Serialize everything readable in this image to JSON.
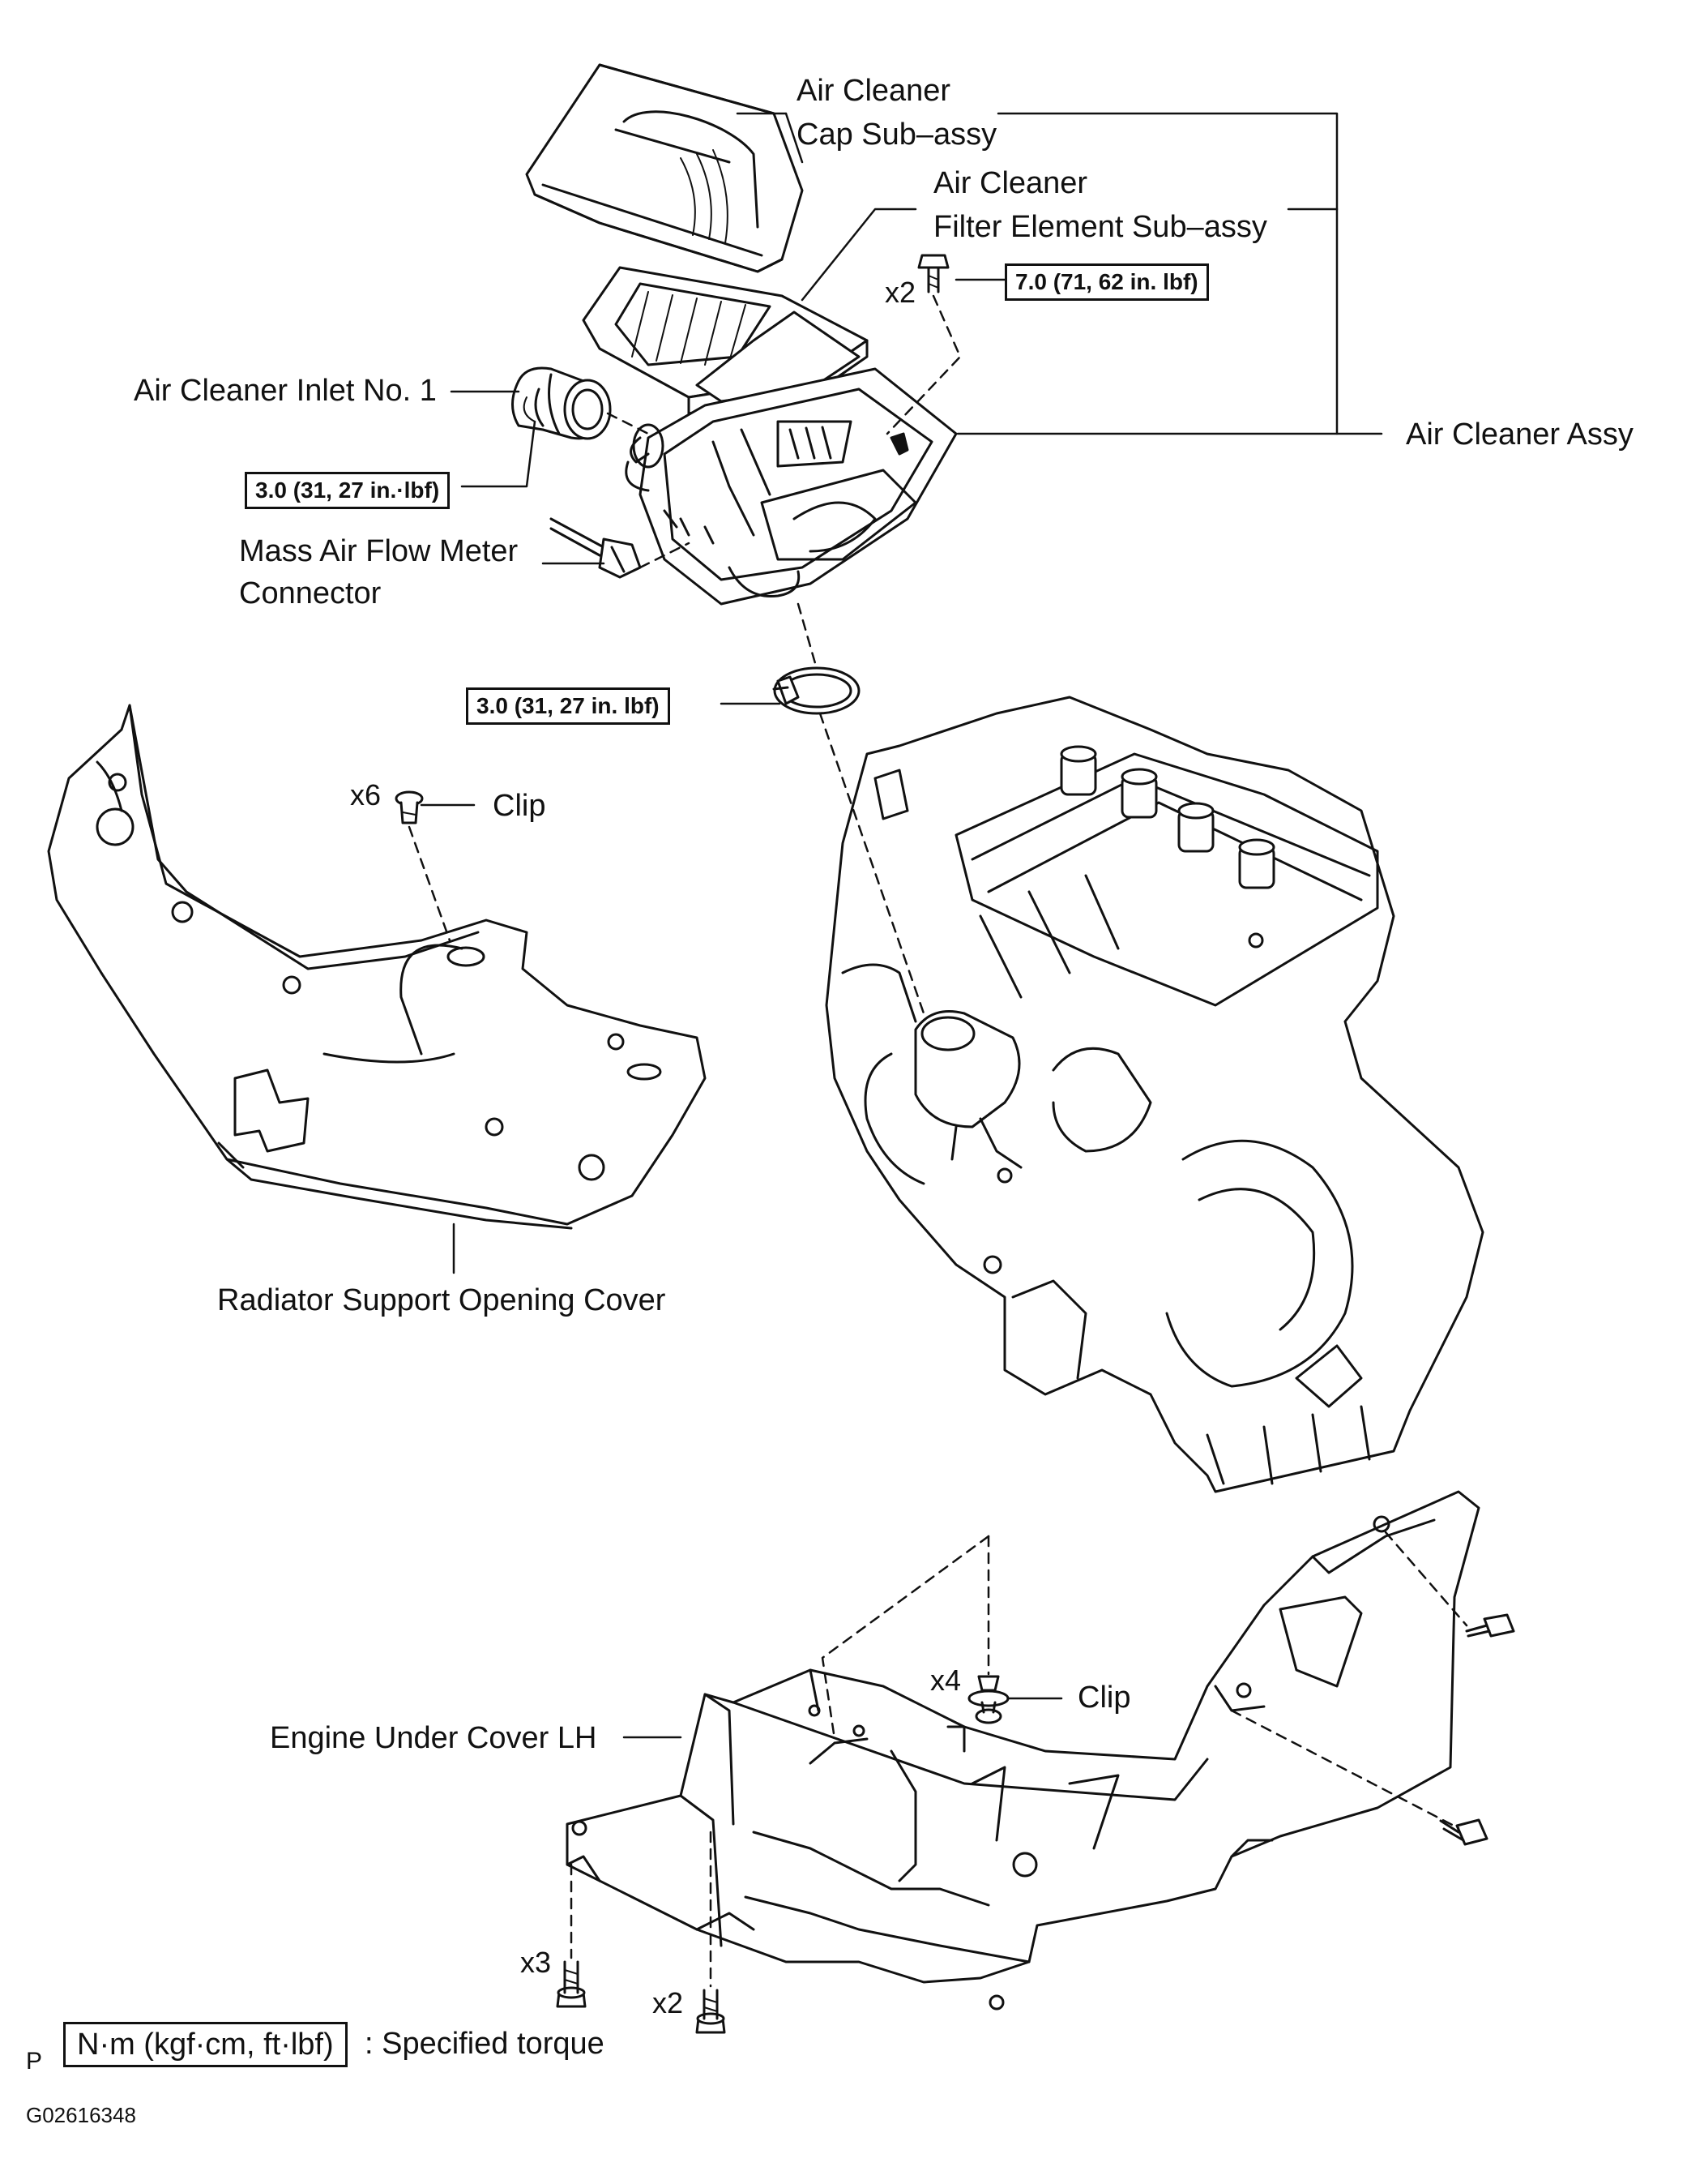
{
  "labels": {
    "air_cleaner_cap_line1": "Air Cleaner",
    "air_cleaner_cap_line2": "Cap Sub–assy",
    "filter_element_line1": "Air Cleaner",
    "filter_element_line2": "Filter Element Sub–assy",
    "air_cleaner_inlet": "Air Cleaner Inlet No. 1",
    "air_cleaner_assy": "Air Cleaner Assy",
    "maf_connector_line1": "Mass Air Flow Meter",
    "maf_connector_line2": "Connector",
    "clip_upper": "Clip",
    "clip_lower": "Clip",
    "radiator_support_cover": "Radiator Support Opening Cover",
    "engine_under_cover": "Engine Under Cover LH"
  },
  "torques": {
    "bolt_cleaner": "7.0 (71, 62 in. lbf)",
    "inlet_clamp": "3.0 (31, 27 in.·lbf)",
    "hose_clamp": "3.0 (31, 27 in. lbf)"
  },
  "quantities": {
    "bolt_cleaner": "x2",
    "clip_upper": "x6",
    "clip_lower": "x4",
    "bolt_under_left": "x3",
    "bolt_under_mid": "x2"
  },
  "legend": {
    "box": "N·m (kgf·cm, ft·lbf)",
    "text": ": Specified torque"
  },
  "footer": {
    "page_mark": "P",
    "figure_code": "G02616348"
  }
}
